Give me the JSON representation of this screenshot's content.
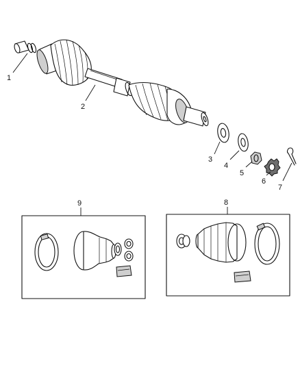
{
  "callouts": {
    "c1": "1",
    "c2": "2",
    "c3": "3",
    "c4": "4",
    "c5": "5",
    "c6": "6",
    "c7": "7",
    "c8": "8",
    "c9": "9"
  },
  "colors": {
    "line": "#111111",
    "background": "#ffffff",
    "shade_light": "#cfcfcf",
    "shade_dark": "#6e6e6e"
  }
}
